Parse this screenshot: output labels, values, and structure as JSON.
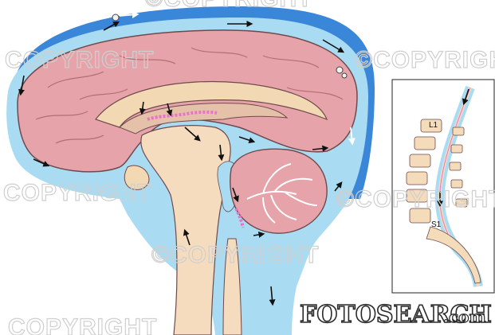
{
  "watermark": {
    "text": "COPYRIGHT",
    "text_c": "©COPYRIGHT"
  },
  "brand": {
    "name": "FOTOSEARCH",
    "suffix": ".com"
  },
  "inset": {
    "labels": [
      "L1",
      "S1"
    ]
  },
  "colors": {
    "csf": "#a9dcf2",
    "csf_dark": "#3a86d8",
    "brain": "#e6a3a9",
    "brain_outline": "#6e4a4c",
    "stem": "#f6dcbf",
    "choroid": "#e873c8",
    "bone": "#f4dcbb"
  }
}
